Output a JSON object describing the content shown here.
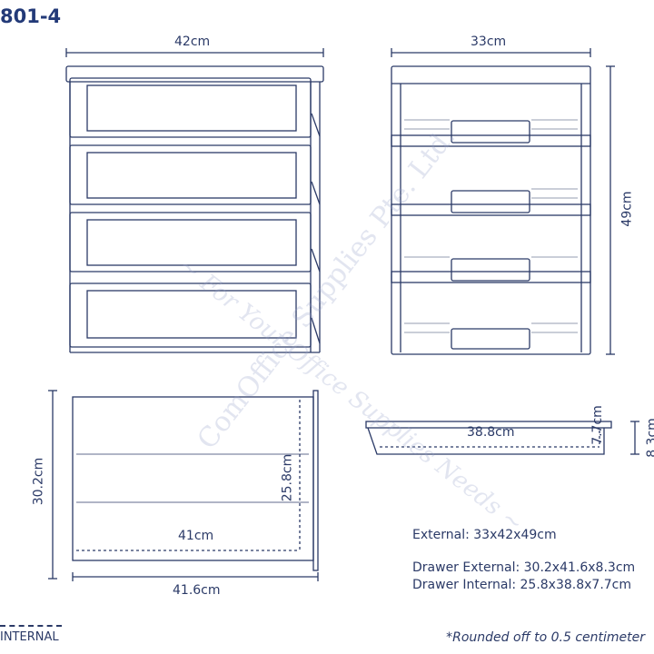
{
  "model": "801-4",
  "front_view": {
    "width_label": "42cm"
  },
  "side_view": {
    "depth_label": "33cm",
    "height_label": "49cm"
  },
  "drawer_top_view": {
    "width_label": "41.6cm",
    "depth_label": "30.2cm",
    "internal_width_label": "41cm",
    "internal_depth_label": "25.8cm"
  },
  "drawer_side_view": {
    "length_label": "38.8cm",
    "internal_height_label": "7.7cm",
    "height_label": "8.3cm"
  },
  "specs": {
    "external": "External: 33x42x49cm",
    "drawer_external": "Drawer External: 30.2x41.6x8.3cm",
    "drawer_internal": "Drawer Internal: 25.8x38.8x7.7cm"
  },
  "legend": {
    "internal_label": "INTERNAL"
  },
  "footnote": "*Rounded off to 0.5 centimeter",
  "watermark": {
    "line1": "ComOffice Supplies Pte. Ltd.",
    "line2": "~ For Your Office Supplies Needs ~"
  },
  "colors": {
    "ink": "#2b3a67",
    "title": "#233a78"
  }
}
